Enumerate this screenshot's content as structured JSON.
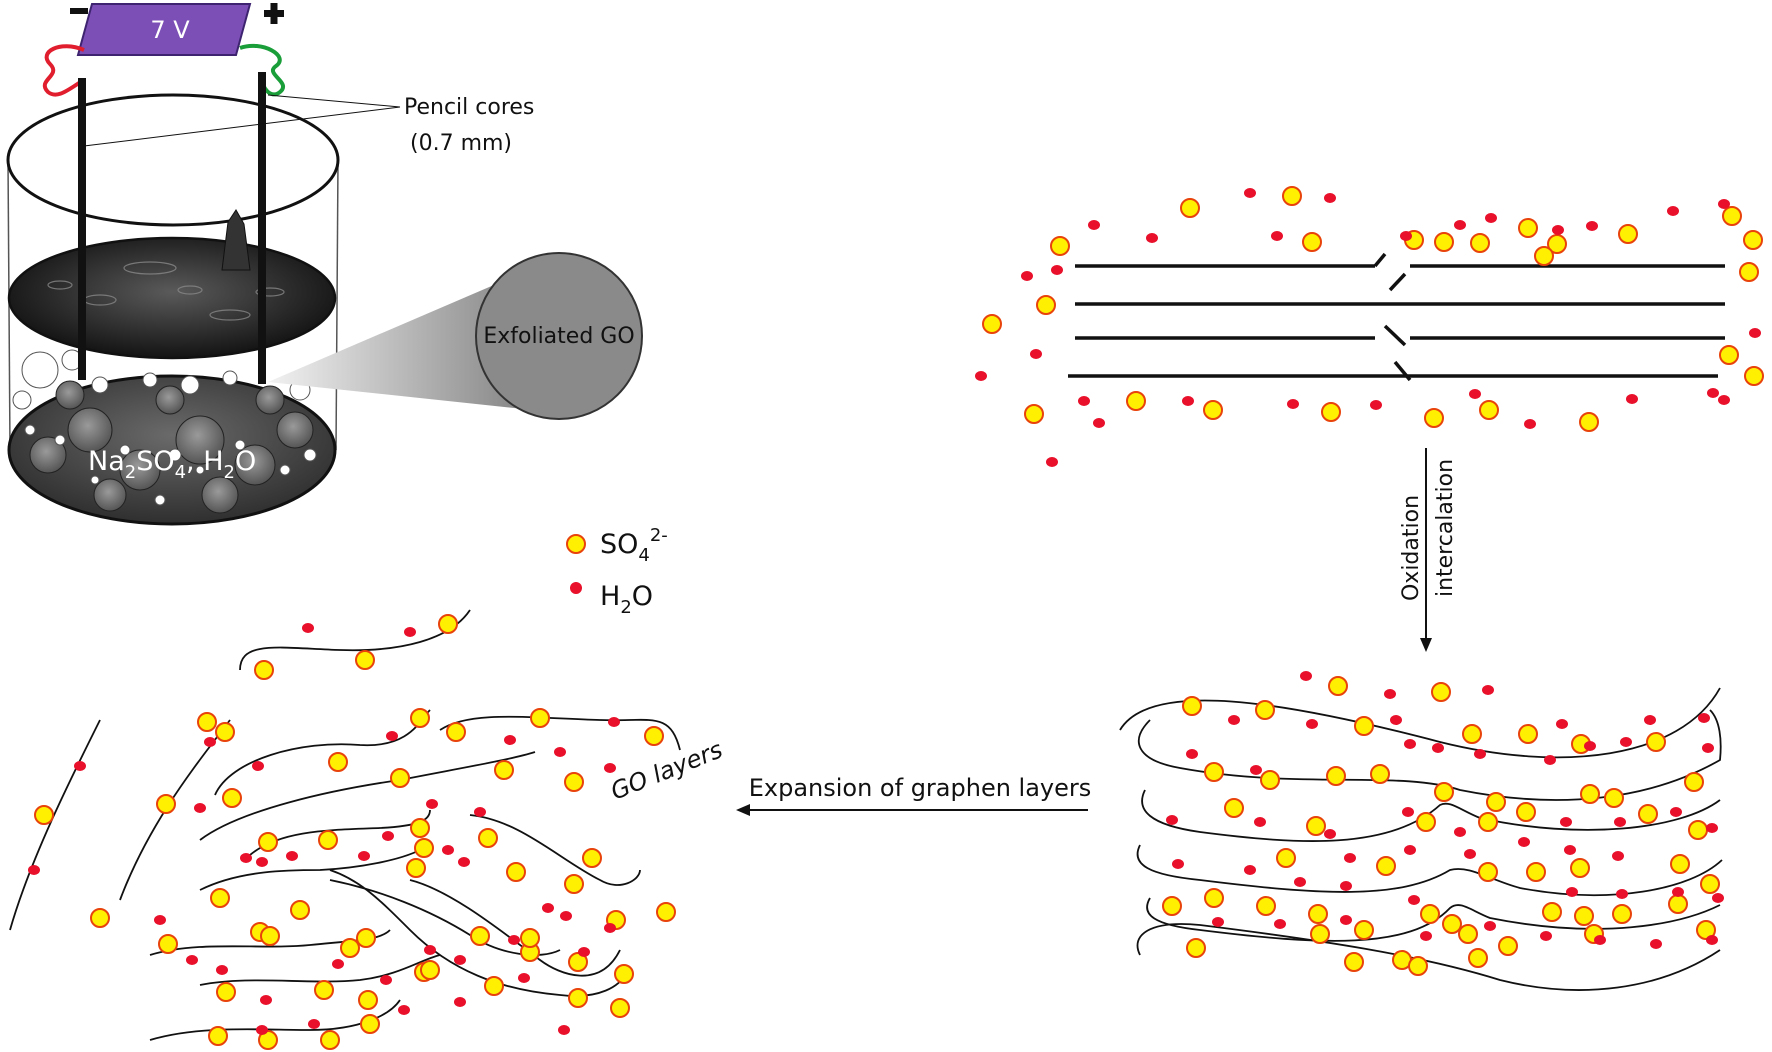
{
  "battery": {
    "voltage": "7 V",
    "minus": "−",
    "plus": "+"
  },
  "labels": {
    "pencil_cores": "Pencil cores",
    "pencil_size": "(0.7 mm)",
    "exfoliated": "Exfoliated GO",
    "electrolyte_na": "Na",
    "electrolyte_sub2": "2",
    "electrolyte_so": "SO",
    "electrolyte_sub4": "4",
    "electrolyte_water": ", H",
    "electrolyte_sub2b": "2",
    "electrolyte_o": "O",
    "step1_line1": "Oxidation",
    "step1_line2": "intercalation",
    "step2": "Expansion of graphen layers",
    "go_layers": "GO layers"
  },
  "legend": {
    "sulfate_base": "SO",
    "sulfate_sub": "4",
    "sulfate_sup": "2-",
    "water_base": "H",
    "water_sub": "2",
    "water_end": "O"
  },
  "colors": {
    "sulfate_fill": "#ffef00",
    "sulfate_stroke": "#e8430b",
    "water": "#e8102a",
    "battery": "#7b4fb5",
    "wire_neg": "#e01e2e",
    "wire_pos": "#1a9e3a"
  }
}
